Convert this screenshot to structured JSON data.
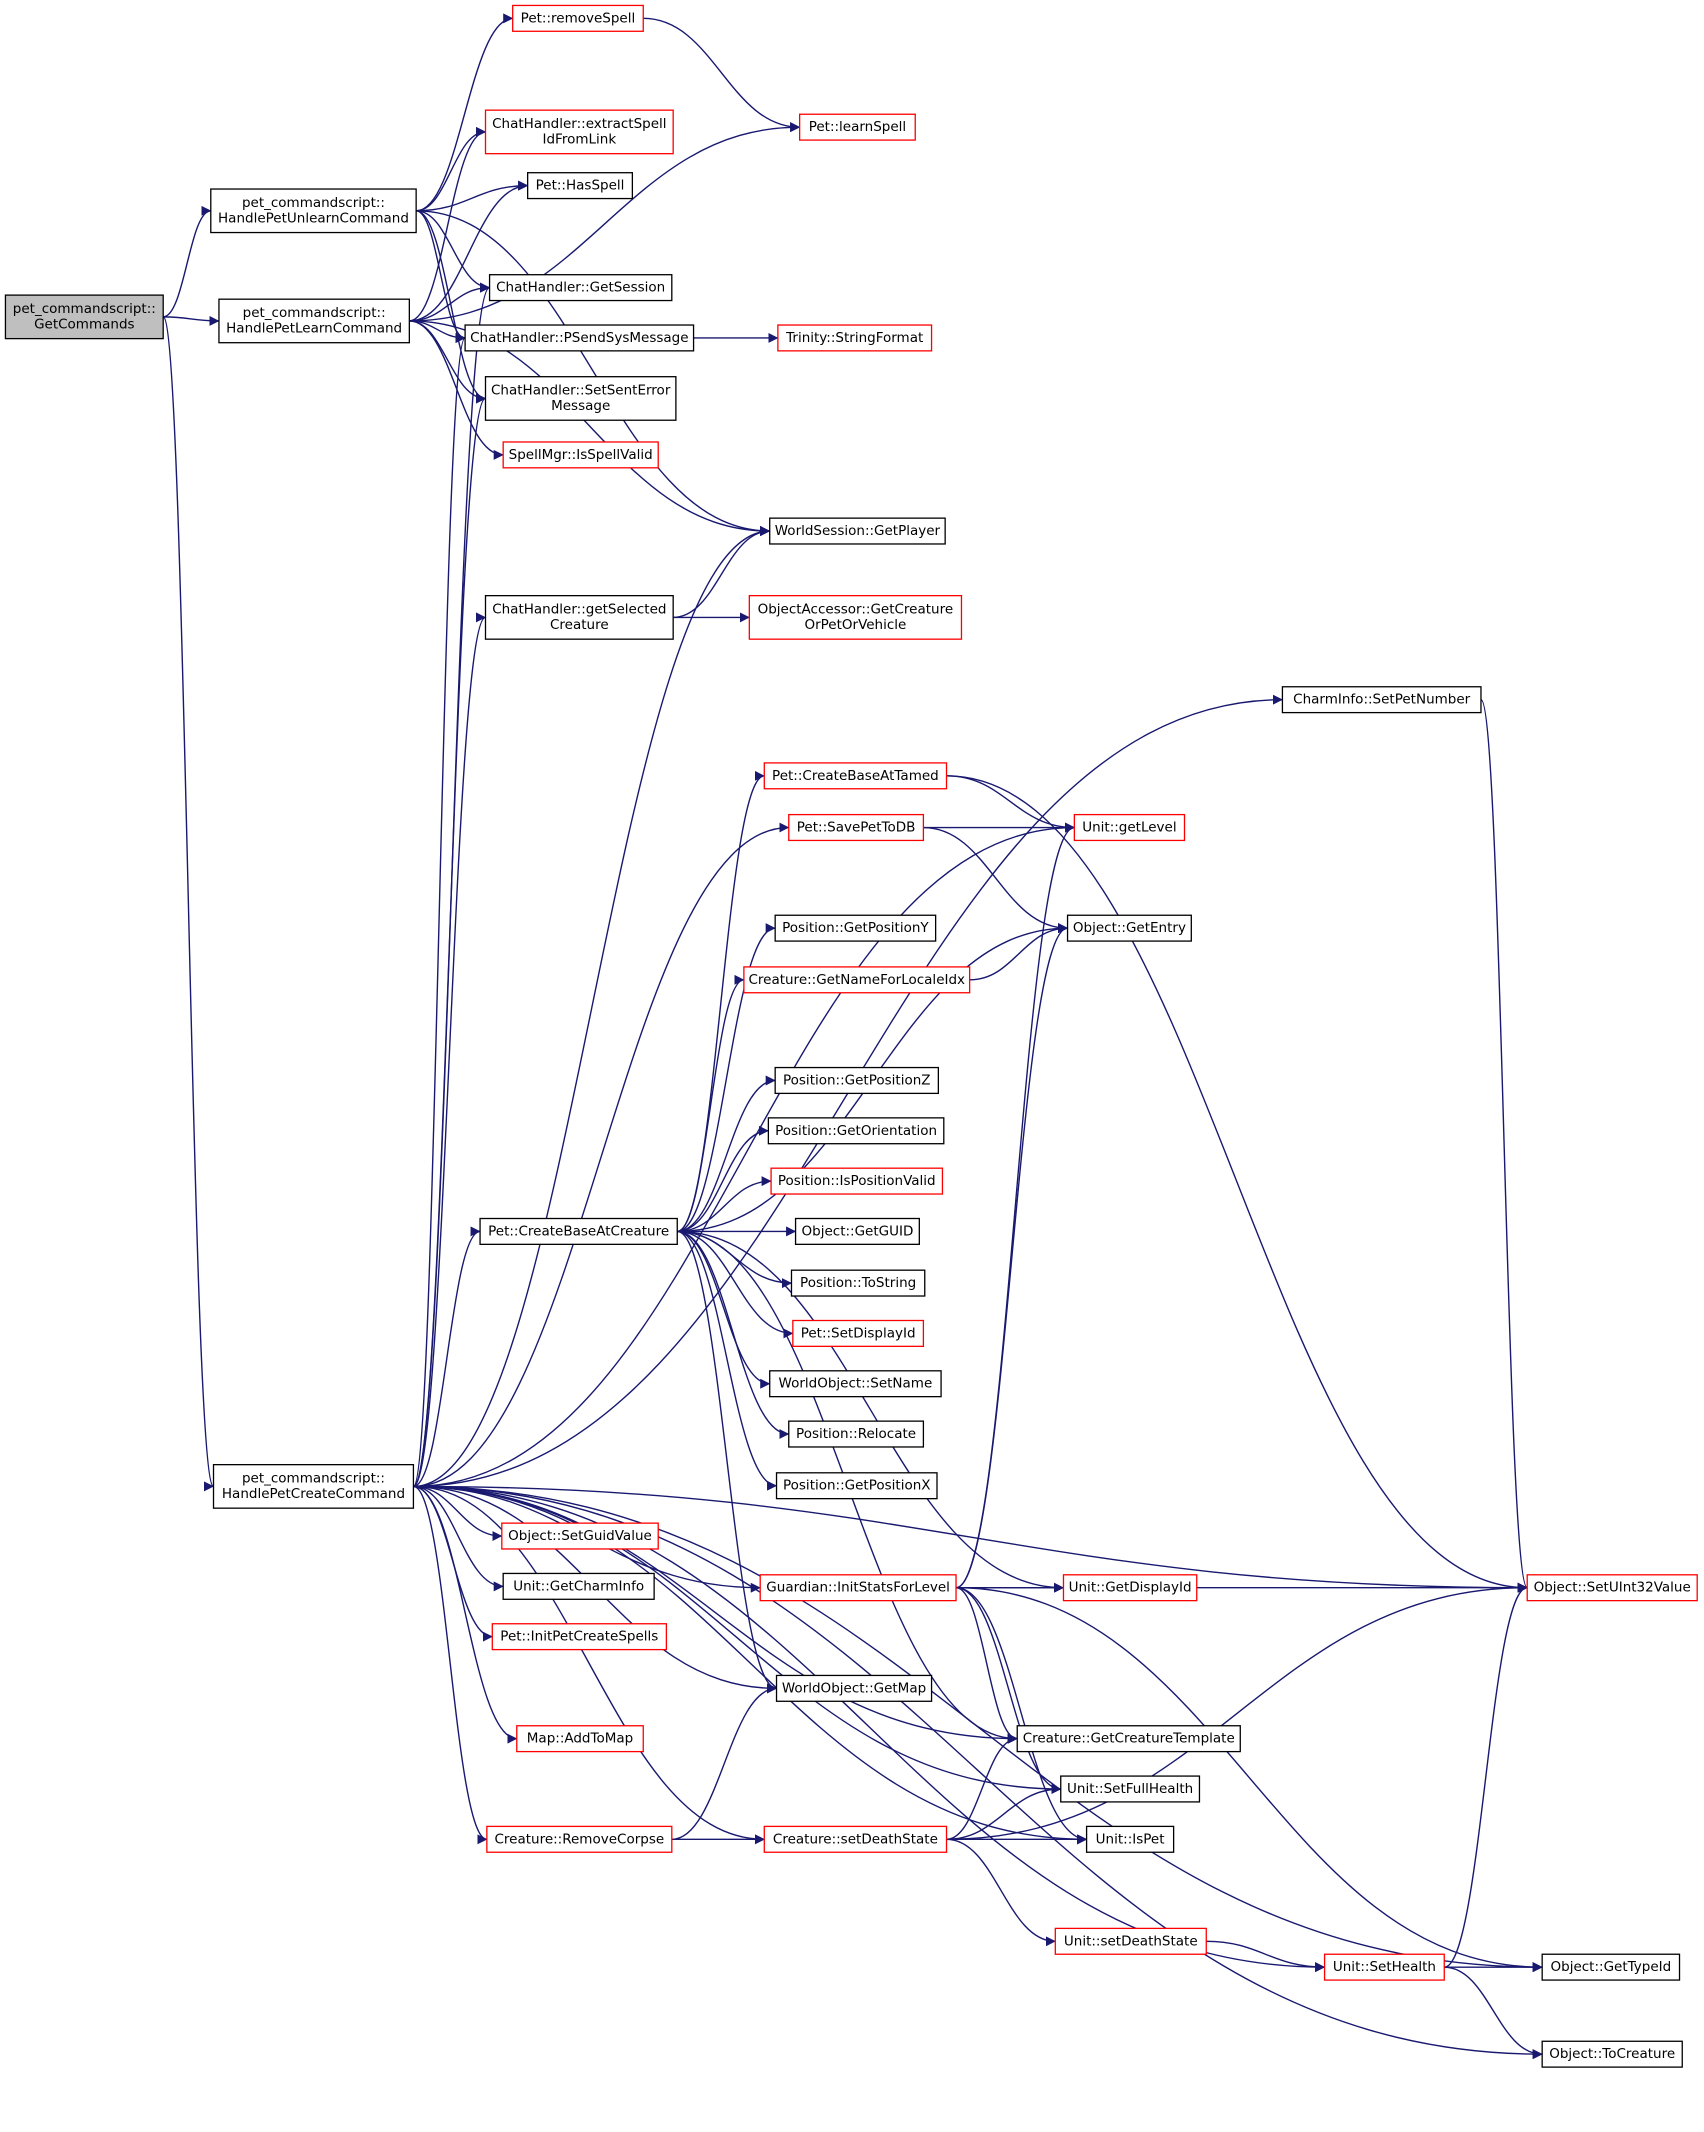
{
  "diagram": {
    "colors": {
      "edge": "#191970",
      "node_border": "#000000",
      "node_border_external": "#ff0000",
      "root_fill": "#bfbfbf",
      "node_fill": "#ffffff"
    },
    "nodes": [
      {
        "id": "root",
        "lines": [
          "pet_commandscript::",
          "GetCommands"
        ],
        "style": "root"
      },
      {
        "id": "unlearn",
        "lines": [
          "pet_commandscript::",
          "HandlePetUnlearnCommand"
        ],
        "style": "normal"
      },
      {
        "id": "learn",
        "lines": [
          "pet_commandscript::",
          "HandlePetLearnCommand"
        ],
        "style": "normal"
      },
      {
        "id": "create",
        "lines": [
          "pet_commandscript::",
          "HandlePetCreateCommand"
        ],
        "style": "normal"
      },
      {
        "id": "removeSpell",
        "lines": [
          "Pet::removeSpell"
        ],
        "style": "external"
      },
      {
        "id": "extractSpell",
        "lines": [
          "ChatHandler::extractSpell",
          "IdFromLink"
        ],
        "style": "external"
      },
      {
        "id": "hasSpell",
        "lines": [
          "Pet::HasSpell"
        ],
        "style": "normal"
      },
      {
        "id": "learnSpell",
        "lines": [
          "Pet::learnSpell"
        ],
        "style": "external"
      },
      {
        "id": "getSession",
        "lines": [
          "ChatHandler::GetSession"
        ],
        "style": "normal"
      },
      {
        "id": "psend",
        "lines": [
          "ChatHandler::PSendSysMessage"
        ],
        "style": "normal"
      },
      {
        "id": "strfmt",
        "lines": [
          "Trinity::StringFormat"
        ],
        "style": "external"
      },
      {
        "id": "setSentErr",
        "lines": [
          "ChatHandler::SetSentError",
          "Message"
        ],
        "style": "normal"
      },
      {
        "id": "isSpellValid",
        "lines": [
          "SpellMgr::IsSpellValid"
        ],
        "style": "external"
      },
      {
        "id": "getPlayer",
        "lines": [
          "WorldSession::GetPlayer"
        ],
        "style": "normal"
      },
      {
        "id": "getSelCreature",
        "lines": [
          "ChatHandler::getSelected",
          "Creature"
        ],
        "style": "normal"
      },
      {
        "id": "objAcc",
        "lines": [
          "ObjectAccessor::GetCreature",
          "OrPetOrVehicle"
        ],
        "style": "external"
      },
      {
        "id": "setPetNumber",
        "lines": [
          "CharmInfo::SetPetNumber"
        ],
        "style": "normal"
      },
      {
        "id": "createBaseTamed",
        "lines": [
          "Pet::CreateBaseAtTamed"
        ],
        "style": "external"
      },
      {
        "id": "getLevel",
        "lines": [
          "Unit::getLevel"
        ],
        "style": "external"
      },
      {
        "id": "savePet",
        "lines": [
          "Pet::SavePetToDB"
        ],
        "style": "external"
      },
      {
        "id": "getEntry",
        "lines": [
          "Object::GetEntry"
        ],
        "style": "normal"
      },
      {
        "id": "posY",
        "lines": [
          "Position::GetPositionY"
        ],
        "style": "normal"
      },
      {
        "id": "nameLocale",
        "lines": [
          "Creature::GetNameForLocaleIdx"
        ],
        "style": "external"
      },
      {
        "id": "posZ",
        "lines": [
          "Position::GetPositionZ"
        ],
        "style": "normal"
      },
      {
        "id": "orient",
        "lines": [
          "Position::GetOrientation"
        ],
        "style": "normal"
      },
      {
        "id": "posValid",
        "lines": [
          "Position::IsPositionValid"
        ],
        "style": "external"
      },
      {
        "id": "createBaseCreature",
        "lines": [
          "Pet::CreateBaseAtCreature"
        ],
        "style": "normal"
      },
      {
        "id": "getGuid",
        "lines": [
          "Object::GetGUID"
        ],
        "style": "normal"
      },
      {
        "id": "toString",
        "lines": [
          "Position::ToString"
        ],
        "style": "normal"
      },
      {
        "id": "setDisplayId",
        "lines": [
          "Pet::SetDisplayId"
        ],
        "style": "external"
      },
      {
        "id": "setName",
        "lines": [
          "WorldObject::SetName"
        ],
        "style": "normal"
      },
      {
        "id": "relocate",
        "lines": [
          "Position::Relocate"
        ],
        "style": "normal"
      },
      {
        "id": "posX",
        "lines": [
          "Position::GetPositionX"
        ],
        "style": "normal"
      },
      {
        "id": "setGuidValue",
        "lines": [
          "Object::SetGuidValue"
        ],
        "style": "external"
      },
      {
        "id": "getCharmInfo",
        "lines": [
          "Unit::GetCharmInfo"
        ],
        "style": "normal"
      },
      {
        "id": "initPetSpells",
        "lines": [
          "Pet::InitPetCreateSpells"
        ],
        "style": "external"
      },
      {
        "id": "guardianInit",
        "lines": [
          "Guardian::InitStatsForLevel"
        ],
        "style": "external"
      },
      {
        "id": "getDisplayId",
        "lines": [
          "Unit::GetDisplayId"
        ],
        "style": "external"
      },
      {
        "id": "setUInt32",
        "lines": [
          "Object::SetUInt32Value"
        ],
        "style": "external"
      },
      {
        "id": "getMap",
        "lines": [
          "WorldObject::GetMap"
        ],
        "style": "normal"
      },
      {
        "id": "addToMap",
        "lines": [
          "Map::AddToMap"
        ],
        "style": "external"
      },
      {
        "id": "getCreatureTpl",
        "lines": [
          "Creature::GetCreatureTemplate"
        ],
        "style": "normal"
      },
      {
        "id": "setFullHealth",
        "lines": [
          "Unit::SetFullHealth"
        ],
        "style": "normal"
      },
      {
        "id": "removeCorpse",
        "lines": [
          "Creature::RemoveCorpse"
        ],
        "style": "external"
      },
      {
        "id": "cSetDeathState",
        "lines": [
          "Creature::setDeathState"
        ],
        "style": "external"
      },
      {
        "id": "isPet",
        "lines": [
          "Unit::IsPet"
        ],
        "style": "normal"
      },
      {
        "id": "uSetDeathState",
        "lines": [
          "Unit::setDeathState"
        ],
        "style": "external"
      },
      {
        "id": "setHealth",
        "lines": [
          "Unit::SetHealth"
        ],
        "style": "external"
      },
      {
        "id": "getTypeId",
        "lines": [
          "Object::GetTypeId"
        ],
        "style": "normal"
      },
      {
        "id": "toCreature",
        "lines": [
          "Object::ToCreature"
        ],
        "style": "normal"
      }
    ],
    "edges": [
      [
        "root",
        "unlearn"
      ],
      [
        "root",
        "learn"
      ],
      [
        "root",
        "create"
      ],
      [
        "unlearn",
        "removeSpell"
      ],
      [
        "unlearn",
        "getPlayer"
      ],
      [
        "unlearn",
        "extractSpell"
      ],
      [
        "unlearn",
        "hasSpell"
      ],
      [
        "unlearn",
        "getSession"
      ],
      [
        "unlearn",
        "psend"
      ],
      [
        "unlearn",
        "setSentErr"
      ],
      [
        "removeSpell",
        "learnSpell"
      ],
      [
        "learn",
        "extractSpell"
      ],
      [
        "learn",
        "hasSpell"
      ],
      [
        "learn",
        "learnSpell"
      ],
      [
        "learn",
        "getSession"
      ],
      [
        "learn",
        "psend"
      ],
      [
        "learn",
        "setSentErr"
      ],
      [
        "learn",
        "isSpellValid"
      ],
      [
        "learn",
        "getPlayer"
      ],
      [
        "psend",
        "strfmt"
      ],
      [
        "getSelCreature",
        "getPlayer"
      ],
      [
        "getSelCreature",
        "objAcc"
      ],
      [
        "create",
        "getSession"
      ],
      [
        "create",
        "psend"
      ],
      [
        "create",
        "setSentErr"
      ],
      [
        "create",
        "getPlayer"
      ],
      [
        "create",
        "getSelCreature"
      ],
      [
        "create",
        "setPetNumber"
      ],
      [
        "create",
        "getLevel"
      ],
      [
        "create",
        "savePet"
      ],
      [
        "create",
        "createBaseCreature"
      ],
      [
        "create",
        "setUInt32"
      ],
      [
        "create",
        "setGuidValue"
      ],
      [
        "create",
        "getCharmInfo"
      ],
      [
        "create",
        "initPetSpells"
      ],
      [
        "create",
        "guardianInit"
      ],
      [
        "create",
        "getMap"
      ],
      [
        "create",
        "addToMap"
      ],
      [
        "create",
        "getCreatureTpl"
      ],
      [
        "create",
        "setFullHealth"
      ],
      [
        "create",
        "removeCorpse"
      ],
      [
        "create",
        "cSetDeathState"
      ],
      [
        "create",
        "isPet"
      ],
      [
        "create",
        "setHealth"
      ],
      [
        "create",
        "getTypeId"
      ],
      [
        "create",
        "toCreature"
      ],
      [
        "setPetNumber",
        "setUInt32"
      ],
      [
        "createBaseTamed",
        "getLevel"
      ],
      [
        "createBaseTamed",
        "setUInt32"
      ],
      [
        "savePet",
        "getLevel"
      ],
      [
        "savePet",
        "getEntry"
      ],
      [
        "nameLocale",
        "getEntry"
      ],
      [
        "createBaseCreature",
        "createBaseTamed"
      ],
      [
        "createBaseCreature",
        "getEntry"
      ],
      [
        "createBaseCreature",
        "posY"
      ],
      [
        "createBaseCreature",
        "nameLocale"
      ],
      [
        "createBaseCreature",
        "getDisplayId"
      ],
      [
        "createBaseCreature",
        "posZ"
      ],
      [
        "createBaseCreature",
        "orient"
      ],
      [
        "createBaseCreature",
        "posValid"
      ],
      [
        "createBaseCreature",
        "getGuid"
      ],
      [
        "createBaseCreature",
        "toString"
      ],
      [
        "createBaseCreature",
        "setDisplayId"
      ],
      [
        "createBaseCreature",
        "setName"
      ],
      [
        "createBaseCreature",
        "relocate"
      ],
      [
        "createBaseCreature",
        "posX"
      ],
      [
        "createBaseCreature",
        "getMap"
      ],
      [
        "createBaseCreature",
        "getCreatureTpl"
      ],
      [
        "guardianInit",
        "getLevel"
      ],
      [
        "guardianInit",
        "getEntry"
      ],
      [
        "guardianInit",
        "getDisplayId"
      ],
      [
        "guardianInit",
        "setUInt32"
      ],
      [
        "guardianInit",
        "getCreatureTpl"
      ],
      [
        "guardianInit",
        "setFullHealth"
      ],
      [
        "guardianInit",
        "isPet"
      ],
      [
        "guardianInit",
        "getTypeId"
      ],
      [
        "removeCorpse",
        "getMap"
      ],
      [
        "removeCorpse",
        "cSetDeathState"
      ],
      [
        "cSetDeathState",
        "getCreatureTpl"
      ],
      [
        "cSetDeathState",
        "setFullHealth"
      ],
      [
        "cSetDeathState",
        "isPet"
      ],
      [
        "cSetDeathState",
        "setUInt32"
      ],
      [
        "cSetDeathState",
        "uSetDeathState"
      ],
      [
        "uSetDeathState",
        "setHealth"
      ],
      [
        "setHealth",
        "setUInt32"
      ],
      [
        "setHealth",
        "getTypeId"
      ],
      [
        "setHealth",
        "toCreature"
      ]
    ]
  }
}
